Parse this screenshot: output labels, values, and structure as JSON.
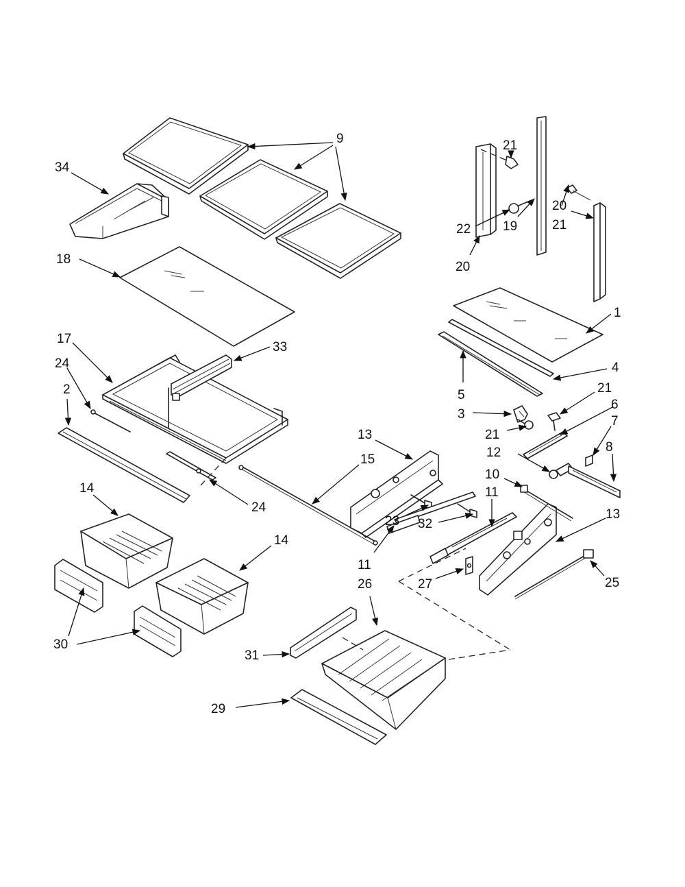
{
  "labels": {
    "p1": "1",
    "p2": "2",
    "p3": "3",
    "p4": "4",
    "p5": "5",
    "p6": "6",
    "p7": "7",
    "p8": "8",
    "p9": "9",
    "p10": "10",
    "p11a": "11",
    "p11b": "11",
    "p12": "12",
    "p13a": "13",
    "p13b": "13",
    "p14a": "14",
    "p14b": "14",
    "p15": "15",
    "p17": "17",
    "p18": "18",
    "p19": "19",
    "p20a": "20",
    "p20b": "20",
    "p21a": "21",
    "p21b": "21",
    "p21c": "21",
    "p21d": "21",
    "p22": "22",
    "p23": "23",
    "p24a": "24",
    "p24b": "24",
    "p25": "25",
    "p26": "26",
    "p27": "27",
    "p29": "29",
    "p30": "30",
    "p31": "31",
    "p32": "32",
    "p33": "33",
    "p34": "34"
  },
  "colors": {
    "ink": "#222222",
    "background": "#ffffff"
  }
}
